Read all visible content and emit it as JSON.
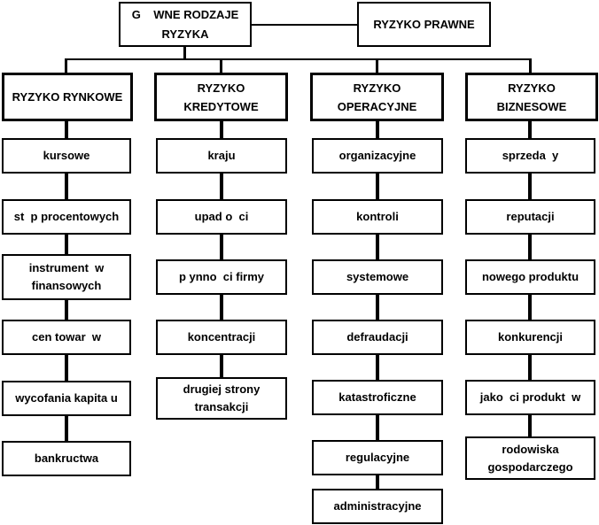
{
  "diagram_title": "G    WNE RODZAJE\nRYZYKA",
  "root_box": {
    "text": "G    WNE RODZAJE\nRYZYKA"
  },
  "legal_box": {
    "text": "RYZYKO PRAWNE"
  },
  "columns": [
    {
      "header": "RYZYKO RYNKOWE",
      "items": [
        "kursowe",
        "st  p procentowych",
        "instrument  w\nfinansowych",
        "cen towar  w",
        "wycofania kapita u",
        "bankructwa"
      ]
    },
    {
      "header": "RYZYKO\nKREDYTOWE",
      "items": [
        "kraju",
        "upad o  ci",
        "p ynno  ci firmy",
        "koncentracji",
        "drugiej strony\ntransakcji"
      ]
    },
    {
      "header": "RYZYKO\nOPERACYJNE",
      "items": [
        "organizacyjne",
        "kontroli",
        "systemowe",
        "defraudacji",
        "katastroficzne",
        "regulacyjne",
        "administracyjne"
      ]
    },
    {
      "header": "RYZYKO\nBIZNESOWE",
      "items": [
        "sprzeda  y",
        "reputacji",
        "nowego produktu",
        "konkurencji",
        "jako  ci produkt  w",
        "rodowiska\ngospodarczego"
      ]
    }
  ],
  "colors": {
    "line": "#000000",
    "background": "#ffffff",
    "text": "#000000"
  }
}
